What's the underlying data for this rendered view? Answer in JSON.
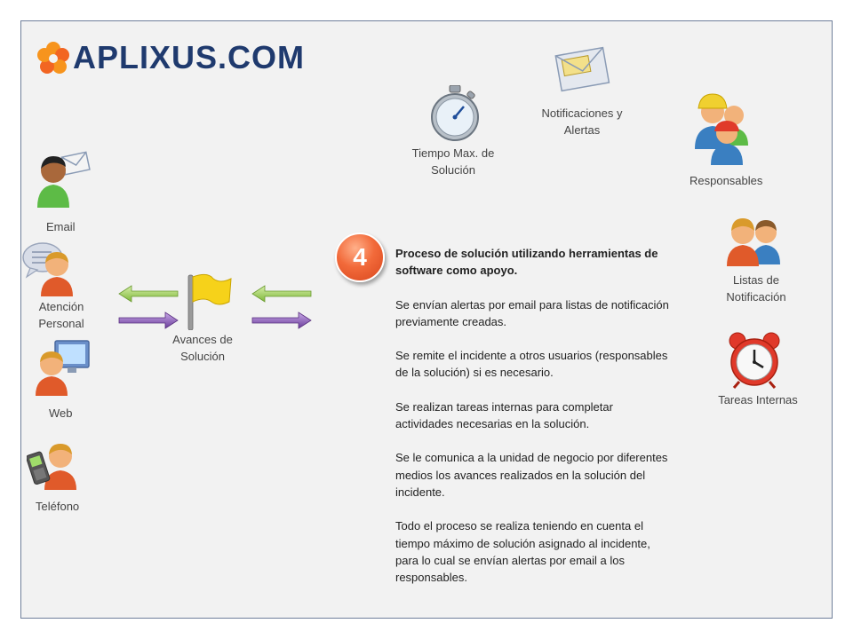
{
  "logo": {
    "text": "APLIXUS.COM"
  },
  "left_channels": [
    {
      "label": "Email"
    },
    {
      "label": "Atención Personal"
    },
    {
      "label": "Web"
    },
    {
      "label": "Teléfono"
    }
  ],
  "flag_label": "Avances de Solución",
  "step": {
    "number": "4"
  },
  "top_icons": {
    "stopwatch": "Tiempo Max. de Solución",
    "envelope": "Notificaciones y Alertas",
    "responsables": "Responsables"
  },
  "right_icons": {
    "listas": "Listas de Notificación",
    "tareas": "Tareas Internas"
  },
  "paragraphs": [
    "Proceso de solución utilizando herramientas de software como apoyo.",
    "Se envían alertas por email para listas de notificación previamente creadas.",
    "Se remite el incidente a otros usuarios (responsables de la solución) si es necesario.",
    "Se realizan tareas internas para completar actividades necesarias en la solución.",
    "Se le comunica a la unidad de negocio por diferentes medios los avances realizados en la solución del incidente.",
    "Todo el proceso se realiza teniendo en cuenta el tiempo máximo de solución asignado al incidente, para lo cual se envían alertas por email a los responsables."
  ],
  "colors": {
    "frame_border": "#6f7f9a",
    "arrow_green": "#8cc63f",
    "arrow_purple": "#7b4fa8",
    "badge": "#f26a3a"
  }
}
